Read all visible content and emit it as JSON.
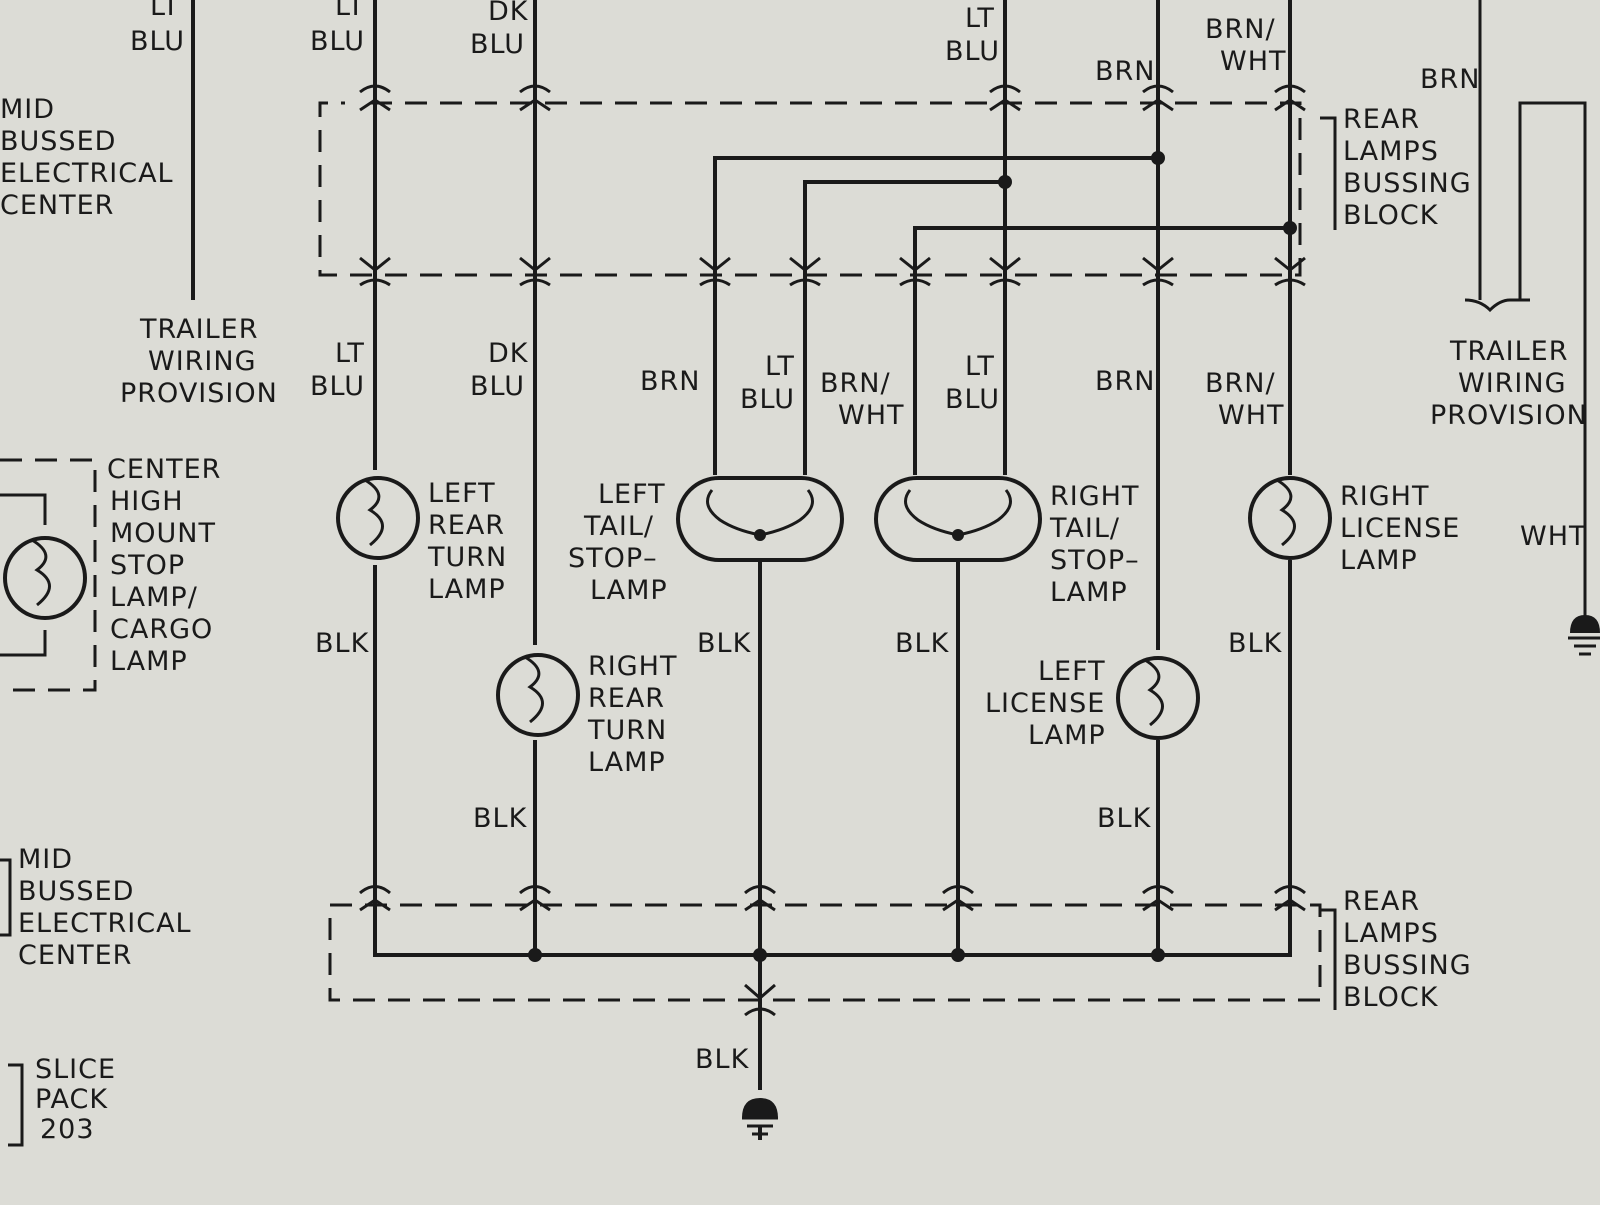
{
  "labels": {
    "lt_blu_lt": "LT",
    "lt_blu_blu": "BLU",
    "dk_blu_dk": "DK",
    "dk_blu_blu": "BLU",
    "brn": "BRN",
    "brn_wht_brn": "BRN/",
    "brn_wht_wht": "WHT",
    "blk": "BLK",
    "wht": "WHT"
  },
  "components": {
    "mid_bussed_center": [
      "MID",
      "BUSSED",
      "ELECTRICAL",
      "CENTER"
    ],
    "trailer_wiring_provision": [
      "TRAILER",
      "WIRING",
      "PROVISION"
    ],
    "rear_lamps_bussing_block": [
      "REAR",
      "LAMPS",
      "BUSSING",
      "BLOCK"
    ],
    "center_high_mount": [
      "CENTER",
      "HIGH",
      "MOUNT",
      "STOP",
      "LAMP/",
      "CARGO",
      "LAMP"
    ],
    "left_rear_turn_lamp": [
      "LEFT",
      "REAR",
      "TURN",
      "LAMP"
    ],
    "right_rear_turn_lamp": [
      "RIGHT",
      "REAR",
      "TURN",
      "LAMP"
    ],
    "left_tail_stop_lamp": [
      "LEFT",
      "TAIL/",
      "STOP–",
      "LAMP"
    ],
    "right_tail_stop_lamp": [
      "RIGHT",
      "TAIL/",
      "STOP–",
      "LAMP"
    ],
    "right_license_lamp": [
      "RIGHT",
      "LICENSE",
      "LAMP"
    ],
    "left_license_lamp": [
      "LEFT",
      "LICENSE",
      "LAMP"
    ],
    "slice_pack": [
      "SLICE",
      "PACK",
      "203"
    ]
  }
}
